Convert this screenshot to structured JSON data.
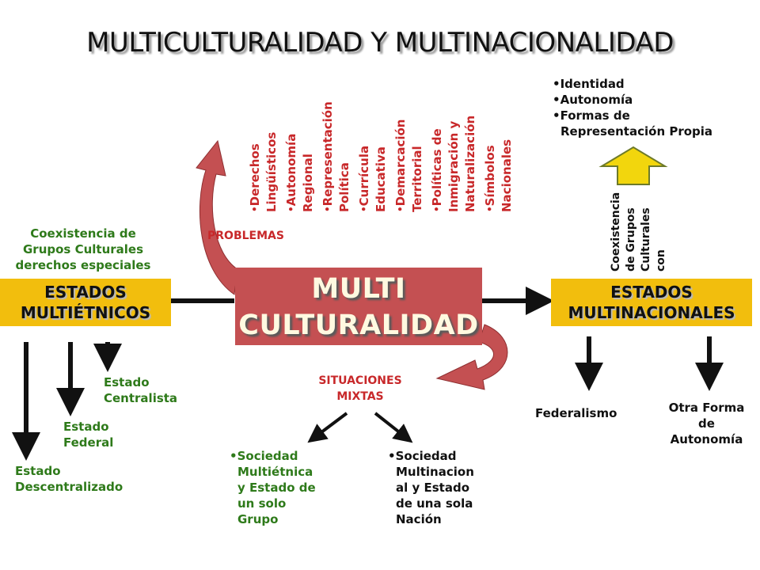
{
  "title": "MULTICULTURALIDAD Y MULTINACIONALIDAD",
  "center": {
    "line1": "MULTI",
    "line2": "CULTURALIDAD"
  },
  "left": {
    "caption": [
      "Coexistencia de",
      "Grupos Culturales",
      "derechos especiales"
    ],
    "box": [
      "ESTADOS",
      "MULTIÉTNICOS"
    ],
    "types": {
      "centralista": [
        "Estado",
        "Centralista"
      ],
      "federal": [
        "Estado",
        "Federal"
      ],
      "descentralizado": [
        "Estado",
        "Descentralizado"
      ]
    }
  },
  "problemas": {
    "label": "PROBLEMAS",
    "items": [
      [
        "Derechos",
        "Lingüísticos"
      ],
      [
        "Autonomía",
        "Regional"
      ],
      [
        "Representación",
        "Política"
      ],
      [
        "Currícula",
        "Educativa"
      ],
      [
        "Demarcación",
        "Territorial"
      ],
      [
        "Políticas de",
        "Inmigración y",
        "Naturalización"
      ],
      [
        "Símbolos",
        "Nacionales"
      ]
    ]
  },
  "right": {
    "features": [
      "Identidad",
      "Autonomía",
      "Formas de",
      "Representación Propia"
    ],
    "caption": [
      "Coexistencia",
      "de Grupos",
      "Culturales",
      "con"
    ],
    "box": [
      "ESTADOS",
      "MULTINACIONALES"
    ],
    "federalismo": "Federalismo",
    "otra": [
      "Otra Forma",
      "de",
      "Autonomía"
    ]
  },
  "mixtas": {
    "label": [
      "SITUACIONES",
      "MIXTAS"
    ],
    "left_item": [
      "Sociedad",
      "Multiétnica",
      "y Estado de",
      "un solo",
      "Grupo"
    ],
    "right_item": [
      "Sociedad",
      "Multinacion",
      "al y Estado",
      "de una sola",
      "Nación"
    ]
  },
  "colors": {
    "green": "#2e7a1a",
    "red": "#c8282a",
    "yellow": "#f2be0d",
    "maroon": "#c45052"
  }
}
